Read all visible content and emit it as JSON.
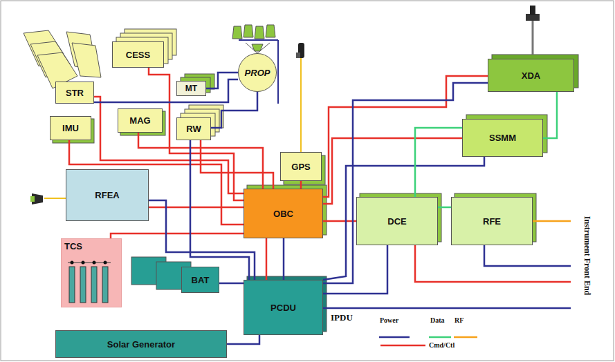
{
  "diagram": {
    "nodes": [
      {
        "text": [
          "STR"
        ]
      },
      {
        "text": [
          "CESS"
        ]
      },
      {
        "text": [
          "MT"
        ]
      },
      {
        "text": [
          "PROP"
        ]
      },
      {
        "text": [
          "IMU"
        ]
      },
      {
        "text": [
          "MAG"
        ]
      },
      {
        "text": [
          "RW"
        ]
      },
      {
        "text": [
          "XDA"
        ]
      },
      {
        "text": [
          "GPS"
        ]
      },
      {
        "text": [
          "SSMM"
        ]
      },
      {
        "text": [
          "RFEA"
        ]
      },
      {
        "text": [
          "OBC"
        ]
      },
      {
        "text": [
          "DCE"
        ]
      },
      {
        "text": [
          "RFE"
        ]
      },
      {
        "text": [
          "TCS"
        ]
      },
      {
        "text": [
          "BAT"
        ]
      },
      {
        "text": [
          "PCDU"
        ]
      },
      {
        "text": [
          "Solar Generator"
        ]
      }
    ],
    "edges": [
      {
        "from": 0,
        "to": 11,
        "arrow": "none"
      },
      {
        "from": 1,
        "to": 11,
        "arrow": "none"
      },
      {
        "from": 5,
        "to": 11,
        "arrow": "none"
      },
      {
        "from": 6,
        "to": 11,
        "arrow": "none"
      },
      {
        "from": 4,
        "to": 11,
        "arrow": "none"
      },
      {
        "from": 10,
        "to": 11,
        "arrow": "none"
      },
      {
        "from": 8,
        "to": 11,
        "arrow": "none"
      },
      {
        "from": 14,
        "to": 11,
        "arrow": "none"
      },
      {
        "from": 16,
        "to": 11,
        "arrow": "none"
      },
      {
        "from": 16,
        "to": 11,
        "arrow": "none"
      },
      {
        "from": 12,
        "to": 11,
        "arrow": "none"
      },
      {
        "from": 9,
        "to": 11,
        "arrow": "none"
      },
      {
        "from": 7,
        "to": 11,
        "arrow": "none"
      },
      {
        "from": 10,
        "to": 16,
        "arrow": "none"
      },
      {
        "from": 15,
        "to": 16,
        "arrow": "none"
      },
      {
        "from": 17,
        "to": 16,
        "arrow": "none"
      },
      {
        "from": 16,
        "to": 12,
        "arrow": "none"
      },
      {
        "from": 16,
        "to": 9,
        "arrow": "none"
      },
      {
        "from": 16,
        "to": 7,
        "arrow": "none"
      },
      {
        "from": 6,
        "to": 16,
        "arrow": "none"
      },
      {
        "from": 3,
        "to": 6,
        "arrow": "none"
      },
      {
        "from": 0,
        "to": 3,
        "arrow": "none"
      },
      {
        "from": 2,
        "to": 3,
        "arrow": "none"
      },
      {
        "from": 12,
        "to": 9,
        "arrow": "none"
      },
      {
        "from": 9,
        "to": 7,
        "arrow": "none"
      },
      {
        "from": 12,
        "to": 13,
        "arrow": "none"
      }
    ],
    "labels": [
      "IPDU",
      "Instrument Front End"
    ],
    "legend": [
      {
        "text": "Power"
      },
      {
        "text": "Data"
      },
      {
        "text": "RF"
      },
      {
        "text": "Cmd/Ctl"
      }
    ]
  }
}
